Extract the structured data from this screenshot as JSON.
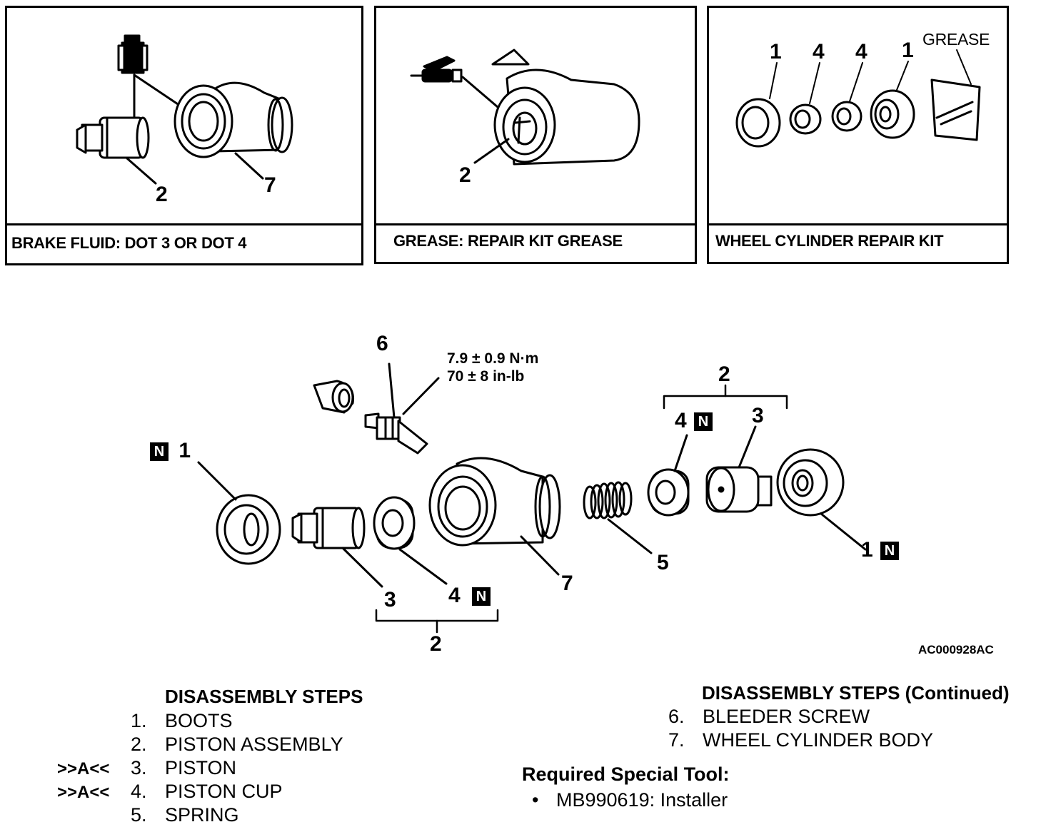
{
  "panels": [
    {
      "caption": "BRAKE FLUID:  DOT 3 OR DOT 4",
      "labels": [
        "2",
        "7"
      ]
    },
    {
      "caption": "GREASE: REPAIR KIT GREASE",
      "labels": [
        "2"
      ]
    },
    {
      "caption": "WHEEL CYLINDER REPAIR KIT",
      "labels": [
        "1",
        "4",
        "4",
        "1"
      ],
      "grease_label": "GREASE"
    }
  ],
  "exploded": {
    "callouts": {
      "bleeder": "6",
      "boot_left": "1",
      "piston_left": "3",
      "cup_left": "4",
      "assembly_left": "2",
      "body": "7",
      "spring": "5",
      "cup_right": "4",
      "piston_right": "3",
      "assembly_right": "2",
      "boot_right": "1"
    },
    "n_badge": "N",
    "torque_line1": "7.9 ± 0.9 N·m",
    "torque_line2": "70 ± 8 in-lb",
    "figure_id": "AC000928AC"
  },
  "steps_left": {
    "title": "DISASSEMBLY STEPS",
    "items": [
      {
        "num": "1.",
        "label": "BOOTS",
        "marker": ""
      },
      {
        "num": "2.",
        "label": "PISTON ASSEMBLY",
        "marker": ""
      },
      {
        "num": "3.",
        "label": "PISTON",
        "marker": ">>A<<"
      },
      {
        "num": "4.",
        "label": "PISTON CUP",
        "marker": ">>A<<"
      },
      {
        "num": "5.",
        "label": "SPRING",
        "marker": ""
      }
    ]
  },
  "steps_right": {
    "title": "DISASSEMBLY STEPS (Continued)",
    "items": [
      {
        "num": "6.",
        "label": "BLEEDER SCREW"
      },
      {
        "num": "7.",
        "label": "WHEEL CYLINDER BODY"
      }
    ]
  },
  "special_tool": {
    "title": "Required Special Tool:",
    "bullet": "•",
    "item": "MB990619: Installer"
  }
}
